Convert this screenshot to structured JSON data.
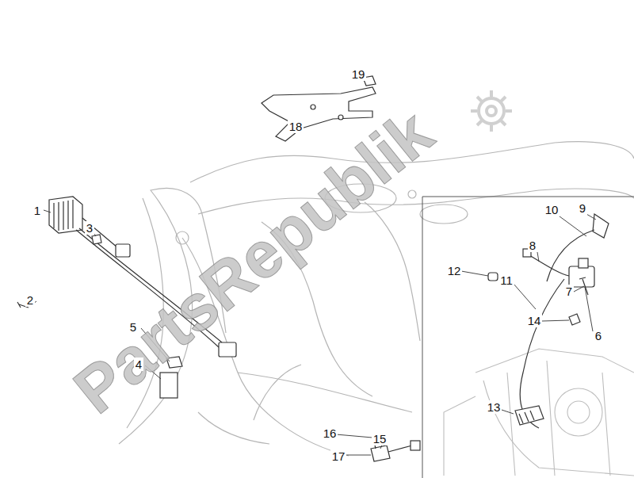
{
  "diagram": {
    "labels": [
      "1",
      "2",
      "3",
      "4",
      "5",
      "6",
      "7",
      "8",
      "9",
      "10",
      "11",
      "12",
      "13",
      "14",
      "15",
      "16",
      "17",
      "18",
      "19",
      "PartsRepublik"
    ]
  }
}
